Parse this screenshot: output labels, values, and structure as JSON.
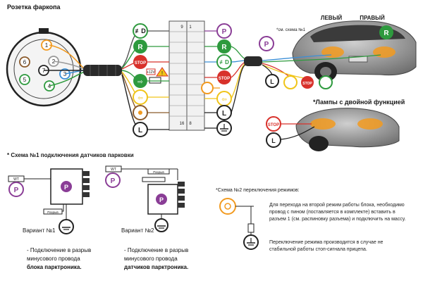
{
  "title_socket": "Розетка фаркопа",
  "socket_pins": [
    "1",
    "2",
    "3",
    "4",
    "5",
    "6",
    "7"
  ],
  "left_label": "ЛЕВЫЙ",
  "right_label": "ПРАВЫЙ",
  "scheme1_ref": "*см. схема №1",
  "dual_lamps": "*Лампы с двойной функцией",
  "scheme1_title": "* Схема №1 подключения датчиков парковки",
  "variant1": "Вариант №1",
  "variant2": "Вариант №2",
  "break_label": "Разрыв",
  "tag_wt": "WT",
  "plus12": "+12V",
  "connector_nums": [
    "9",
    "1",
    "16",
    "8"
  ],
  "note1_line1": "- Подключение в разрыв",
  "note1_line2": "минусового провода",
  "note1_line3": "блока парктроника.",
  "note2_line1": "- Подключение в разрыв",
  "note2_line2": "минусового провода",
  "note2_line3": "датчиков парктроника.",
  "scheme2_title": "*Схема №2 переключения режимов:",
  "scheme2_text1": "Для перехода на второй режим работы блока, необходимо провод с пином (поставляется в комплекте) вставить в разъем 1 (см. распиновку разъема) и подключить на массу.",
  "scheme2_text2": "Переключение режима производится в случае не стабильной работы стоп-сигнала прицепа.",
  "icons": [
    "fog-icon",
    "reverse-icon",
    "turn-right-icon",
    "stop-icon",
    "warning-icon",
    "parking-icon",
    "turn-left-icon",
    "light-icon",
    "ground-icon"
  ],
  "colors": {
    "green": "#2e9a3e",
    "red": "#d8312b",
    "orange": "#f29a1f",
    "purple": "#8a3d96",
    "yellow": "#f0c419",
    "blue": "#3a8fd6",
    "brown": "#8b5a2b"
  }
}
